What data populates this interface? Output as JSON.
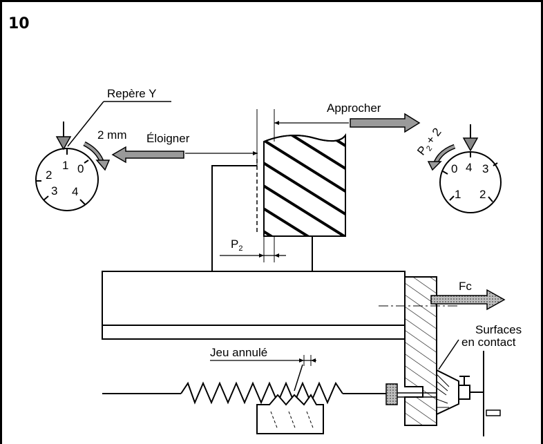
{
  "figure_number": "10",
  "labels": {
    "repere": "Repère Y",
    "two_mm": "2 mm",
    "eloigner": "Éloigner",
    "approcher": "Approcher",
    "p2": "P",
    "p2_sub": "2",
    "p2_plus_2_p": "P",
    "p2_plus_2_sub": "2",
    "p2_plus_2_rest": "+ 2",
    "fc": "Fc",
    "surfaces": "Surfaces",
    "en_contact": "en contact",
    "jeu_annule": "Jeu annulé"
  },
  "left_dial": {
    "numbers": [
      "1",
      "0",
      "2",
      "3",
      "4"
    ]
  },
  "right_dial": {
    "numbers": [
      "4",
      "0",
      "3",
      "1",
      "2"
    ]
  },
  "colors": {
    "ink": "#000000",
    "arrow_fill": "#9a9a9a",
    "paper": "#ffffff"
  }
}
